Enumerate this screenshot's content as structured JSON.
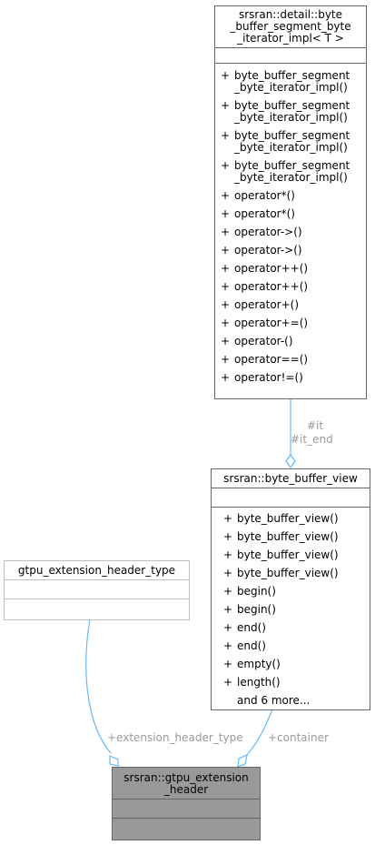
{
  "iterator_class": {
    "title_lines": [
      "srsran::detail::byte",
      "_buffer_segment_byte",
      "_iterator_impl< T >"
    ],
    "methods": [
      {
        "vis": "+",
        "lines": [
          "byte_buffer_segment",
          "_byte_iterator_impl()"
        ]
      },
      {
        "vis": "+",
        "lines": [
          "byte_buffer_segment",
          "_byte_iterator_impl()"
        ]
      },
      {
        "vis": "+",
        "lines": [
          "byte_buffer_segment",
          "_byte_iterator_impl()"
        ]
      },
      {
        "vis": "+",
        "lines": [
          "byte_buffer_segment",
          "_byte_iterator_impl()"
        ]
      },
      {
        "vis": "+",
        "lines": [
          "operator*()"
        ]
      },
      {
        "vis": "+",
        "lines": [
          "operator*()"
        ]
      },
      {
        "vis": "+",
        "lines": [
          "operator->()"
        ]
      },
      {
        "vis": "+",
        "lines": [
          "operator->()"
        ]
      },
      {
        "vis": "+",
        "lines": [
          "operator++()"
        ]
      },
      {
        "vis": "+",
        "lines": [
          "operator++()"
        ]
      },
      {
        "vis": "+",
        "lines": [
          "operator+()"
        ]
      },
      {
        "vis": "+",
        "lines": [
          "operator+=()"
        ]
      },
      {
        "vis": "+",
        "lines": [
          "operator-()"
        ]
      },
      {
        "vis": "+",
        "lines": [
          "operator==()"
        ]
      },
      {
        "vis": "+",
        "lines": [
          "operator!=()"
        ]
      }
    ]
  },
  "view_class": {
    "title_lines": [
      "srsran::byte_buffer_view"
    ],
    "methods": [
      {
        "vis": "+",
        "lines": [
          "byte_buffer_view()"
        ]
      },
      {
        "vis": "+",
        "lines": [
          "byte_buffer_view()"
        ]
      },
      {
        "vis": "+",
        "lines": [
          "byte_buffer_view()"
        ]
      },
      {
        "vis": "+",
        "lines": [
          "byte_buffer_view()"
        ]
      },
      {
        "vis": "+",
        "lines": [
          "begin()"
        ]
      },
      {
        "vis": "+",
        "lines": [
          "begin()"
        ]
      },
      {
        "vis": "+",
        "lines": [
          "end()"
        ]
      },
      {
        "vis": "+",
        "lines": [
          "end()"
        ]
      },
      {
        "vis": "+",
        "lines": [
          "empty()"
        ]
      },
      {
        "vis": "+",
        "lines": [
          "length()"
        ]
      }
    ],
    "more": "and 6 more..."
  },
  "ext_type_class": {
    "title_lines": [
      "gtpu_extension_header_type"
    ]
  },
  "focus_class": {
    "title_lines": [
      "srsran::gtpu_extension",
      "_header"
    ]
  },
  "edges": {
    "it_label": "#it",
    "it_end_label": "#it_end",
    "ext_type_label": "+extension_header_type",
    "container_label": "+container"
  },
  "colors": {
    "edge": "#63b8ff",
    "label": "#9a9a9a",
    "focus_fill": "#999999"
  }
}
